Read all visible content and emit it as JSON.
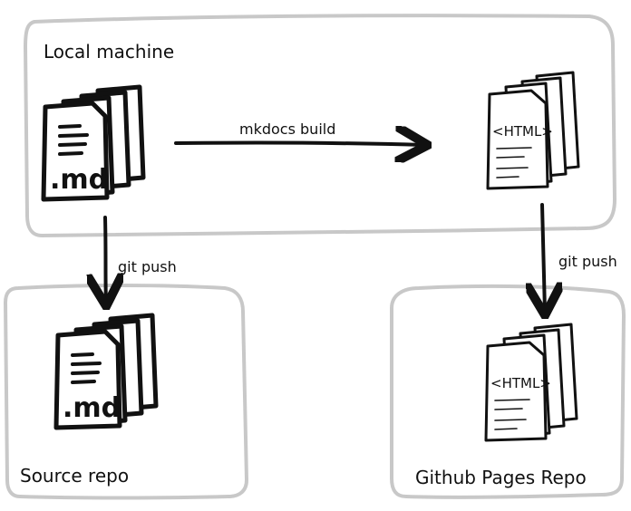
{
  "containers": {
    "local": "Local machine",
    "source": "Source repo",
    "pages": "Github Pages Repo"
  },
  "edges": {
    "build": "mkdocs build",
    "push_source": "git push",
    "push_pages": "git push"
  },
  "documents": {
    "markdown_label": ".md",
    "html_label": "<HTML>"
  },
  "colors": {
    "container_stroke": "#c8c8c8",
    "ink": "#111111",
    "paper": "#ffffff"
  }
}
